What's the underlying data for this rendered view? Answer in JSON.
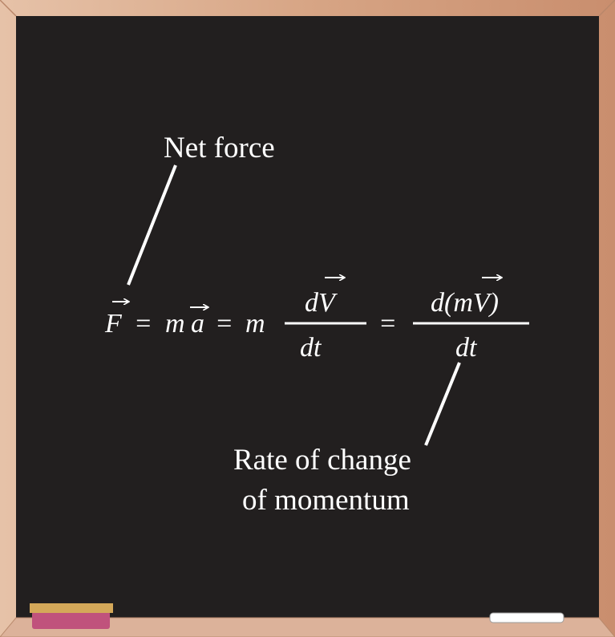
{
  "labels": {
    "net_force": "Net force",
    "rate_line1": "Rate of change",
    "rate_line2": "of momentum"
  },
  "equation": {
    "force": "F",
    "eq1": "=",
    "ma_m": "m",
    "ma_a": "a",
    "eq2": "=",
    "m": "m",
    "frac1_num": "dV",
    "frac1_den": "dt",
    "eq3": "=",
    "frac2_num": "d(mV)",
    "frac2_den": "dt"
  },
  "colors": {
    "board": "#221f1f",
    "frame": "#d6a181",
    "chalk": "#ffffff",
    "eraser_felt": "#c0527c",
    "eraser_top": "#d4a859"
  }
}
